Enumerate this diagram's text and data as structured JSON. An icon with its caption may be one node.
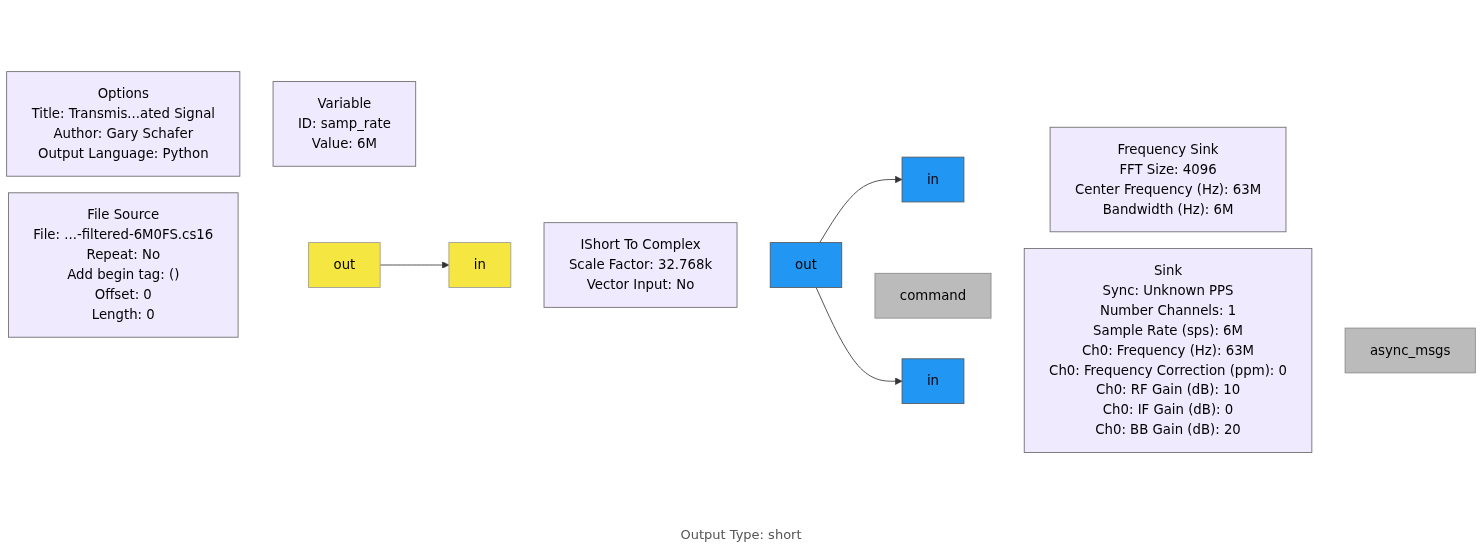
{
  "diagram": {
    "nodes": [
      {
        "text": [
          "Options",
          "Title: Transmis...ated Signal",
          "Author: Gary Schafer",
          "Output Language: Python"
        ]
      },
      {
        "text": [
          "Variable",
          "ID: samp_rate",
          "Value: 6M"
        ]
      },
      {
        "text": [
          "File Source",
          "File: ...-filtered-6M0FS.cs16",
          "Repeat: No",
          "Add begin tag: ()",
          "Offset: 0",
          "Length: 0"
        ]
      },
      {
        "text": [
          "out"
        ]
      },
      {
        "text": [
          "in"
        ]
      },
      {
        "text": [
          "IShort To Complex",
          "Scale Factor: 32.768k",
          "Vector Input: No"
        ]
      },
      {
        "text": [
          "out"
        ]
      },
      {
        "text": [
          "in"
        ]
      },
      {
        "text": [
          "Frequency Sink",
          "FFT Size: 4096",
          "Center Frequency (Hz): 63M",
          "Bandwidth (Hz): 6M"
        ]
      },
      {
        "text": [
          "command"
        ]
      },
      {
        "text": [
          "in"
        ]
      },
      {
        "text": [
          "Sink",
          "Sync: Unknown PPS",
          "Number Channels: 1",
          "Sample Rate (sps): 6M",
          "Ch0: Frequency (Hz): 63M",
          "Ch0: Frequency Correction (ppm): 0",
          "Ch0: RF Gain (dB): 10",
          "Ch0: IF Gain (dB): 0",
          "Ch0: BB Gain (dB): 20"
        ]
      },
      {
        "text": [
          "async_msgs"
        ]
      }
    ],
    "edges": [
      {
        "from": 3,
        "to": 4,
        "arrow": "to"
      },
      {
        "from": 6,
        "to": 7,
        "arrow": "to"
      },
      {
        "from": 6,
        "to": 10,
        "arrow": "to"
      }
    ],
    "labels": [
      "Output Type: short"
    ]
  }
}
